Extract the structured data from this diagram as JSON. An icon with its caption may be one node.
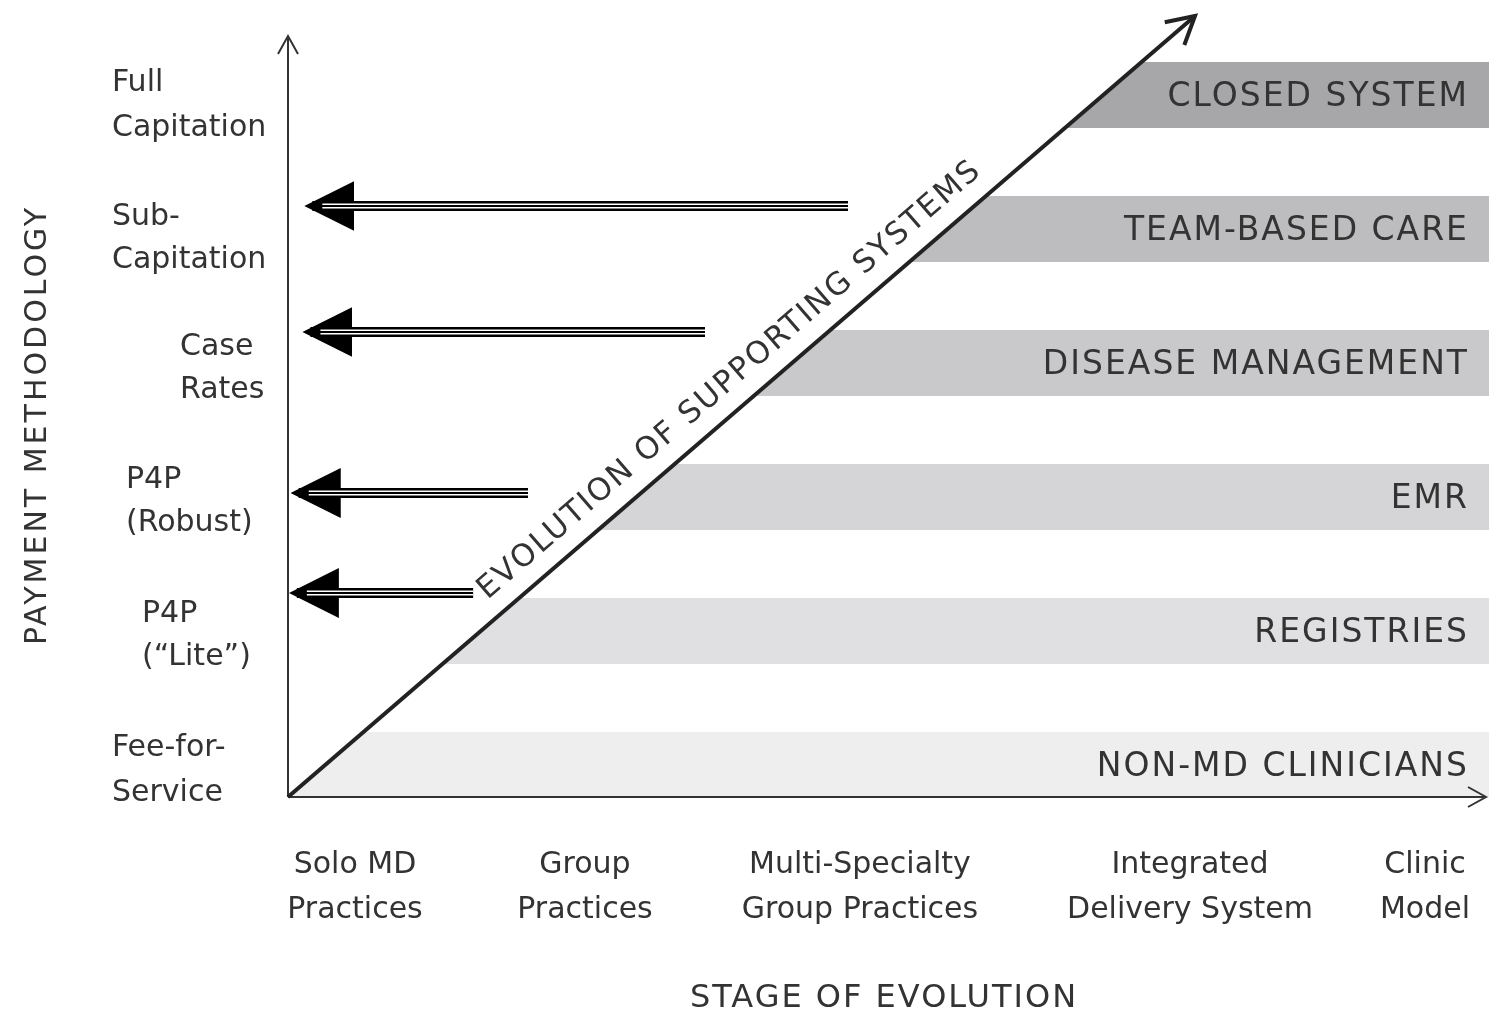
{
  "diagram": {
    "nodes": [
      {
        "text": [
          "Sub-Capitation"
        ]
      },
      {
        "text": [
          "Case Rates"
        ]
      },
      {
        "text": [
          "P4P (Robust)"
        ]
      },
      {
        "text": [
          "P4P (“Lite”)"
        ]
      },
      {
        "text": [
          "CLOSED SYSTEM"
        ]
      },
      {
        "text": [
          "TEAM-BASED CARE"
        ]
      },
      {
        "text": [
          "DISEASE MANAGEMENT"
        ]
      },
      {
        "text": [
          "EMR"
        ]
      },
      {
        "text": [
          "REGISTRIES"
        ]
      },
      {
        "text": [
          "NON-MD CLINICIANS"
        ]
      },
      {
        "text": [
          "EVOLUTION OF SUPPORTING SYSTEMS"
        ]
      }
    ],
    "edges": [
      {
        "from": 10,
        "to": 0,
        "arrow": "to"
      },
      {
        "from": 10,
        "to": 1,
        "arrow": "to"
      },
      {
        "from": 10,
        "to": 2,
        "arrow": "to"
      },
      {
        "from": 10,
        "to": 3,
        "arrow": "to"
      }
    ],
    "labels": [
      "Full Capitation",
      "PAYMENT METHODOLOGY",
      "Fee-for-Service",
      "Solo MD Practices",
      "Group Practices",
      "Multi-Specialty Group Practices",
      "Integrated Delivery System",
      "Clinic Model",
      "STAGE OF EVOLUTION"
    ]
  }
}
